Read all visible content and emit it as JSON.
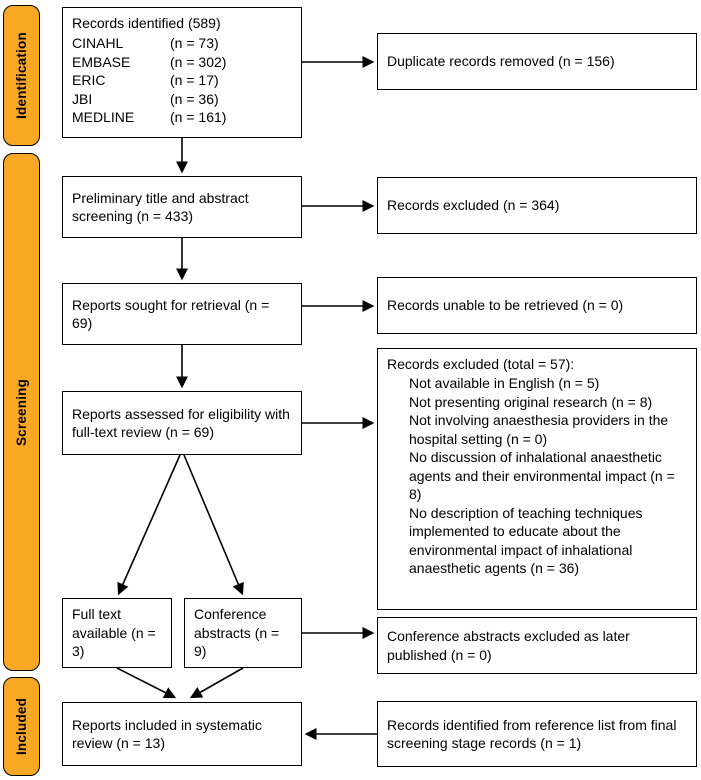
{
  "sidebar": {
    "identification": "Identification",
    "screening": "Screening",
    "included": "Included"
  },
  "boxes": {
    "identified": {
      "title": "Records identified (589)",
      "sources": [
        {
          "name": "CINAHL",
          "count": "(n = 73)"
        },
        {
          "name": "EMBASE",
          "count": "(n = 302)"
        },
        {
          "name": "ERIC",
          "count": "(n = 17)"
        },
        {
          "name": "JBI",
          "count": "(n = 36)"
        },
        {
          "name": "MEDLINE",
          "count": "(n = 161)"
        }
      ]
    },
    "duplicates_removed": "Duplicate records removed (n = 156)",
    "preliminary": "Preliminary title and abstract screening (n = 433)",
    "records_excluded": "Records excluded (n = 364)",
    "sought": "Reports sought for retrieval (n = 69)",
    "not_retrieved": "Records unable to be retrieved (n = 0)",
    "assessed": "Reports assessed for eligibility with full-text review (n = 69)",
    "excluded_detail": {
      "title": "Records excluded (total = 57):",
      "reasons": [
        "Not available in English (n = 5)",
        "Not presenting original research (n = 8)",
        "Not involving anaesthesia providers in the hospital setting (n = 0)",
        "No discussion of inhalational anaesthetic agents and their environmental impact (n = 8)",
        "No description of teaching techniques implemented to educate about the environmental impact of inhalational anaesthetic agents (n = 36)"
      ]
    },
    "full_text": "Full text available (n = 3)",
    "conference_abstracts": "Conference abstracts (n = 9)",
    "conference_excluded": "Conference abstracts excluded as later published (n = 0)",
    "included_reports": "Reports included in systematic review (n = 13)",
    "reference_list": "Records identified from reference list from final screening stage records (n = 1)"
  },
  "colors": {
    "stage_fill": "#F9A825",
    "box_border": "#000000",
    "arrow": "#000000"
  }
}
